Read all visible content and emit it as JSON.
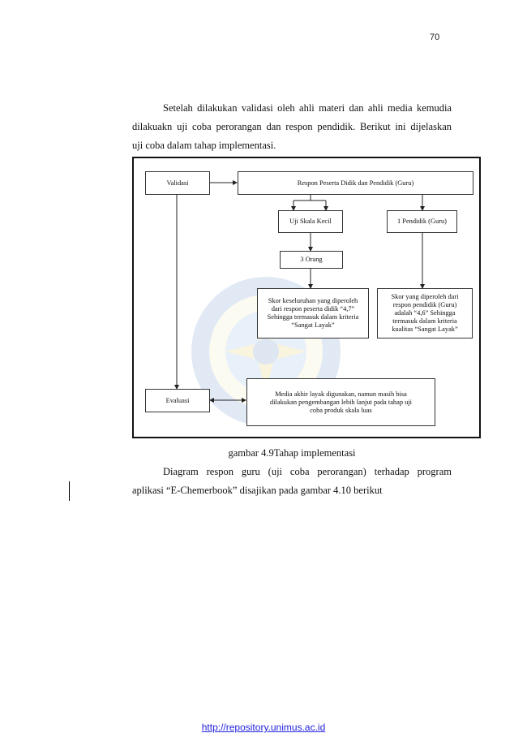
{
  "page_number": "70",
  "paragraph_1": {
    "lines": [
      "Setelah dilakukan validasi oleh ahli materi dan ahli media kemudia",
      "dilakuakn uji coba perorangan dan respon pendidik. Berikut ini dijelaskan",
      "uji coba dalam tahap implementasi."
    ]
  },
  "diagram": {
    "validasi": "Validasi",
    "respon": "Respon Peserta Didik dan Pendidik (Guru)",
    "uji_skala_kecil": "Uji Skala Kecil",
    "pendidik": "1 Pendidik (Guru)",
    "orang": "3 Orang",
    "skor_peserta": [
      "Skor keseluruhan yang diperoleh",
      "dari respon peserta didik “4,7”",
      "Sehingga termasuk dalam kriteria",
      "“Sangat Layak”"
    ],
    "skor_guru": [
      "Skor yang diperoleh dari",
      "respon pendidik (Guru)",
      "adalah “4,6” Sehingga",
      "termasuk dalam kriteria",
      "kualitas “Sangat Layak”"
    ],
    "evaluasi": "Evaluasi",
    "media_akhir": [
      "Media akhir layak digunakan, namun masih bisa",
      "dilakukan pengembangan lebih lanjut pada tahap uji",
      "coba produk skala luas"
    ]
  },
  "caption": "gambar 4.9Tahap implementasi",
  "paragraph_2": {
    "lines": [
      "Diagram respon guru (uji coba perorangan) terhadap program",
      "aplikasi “E-Chemerbook” disajikan pada gambar 4.10 berikut"
    ]
  },
  "footer_link": "http://repository.unimus.ac.id"
}
